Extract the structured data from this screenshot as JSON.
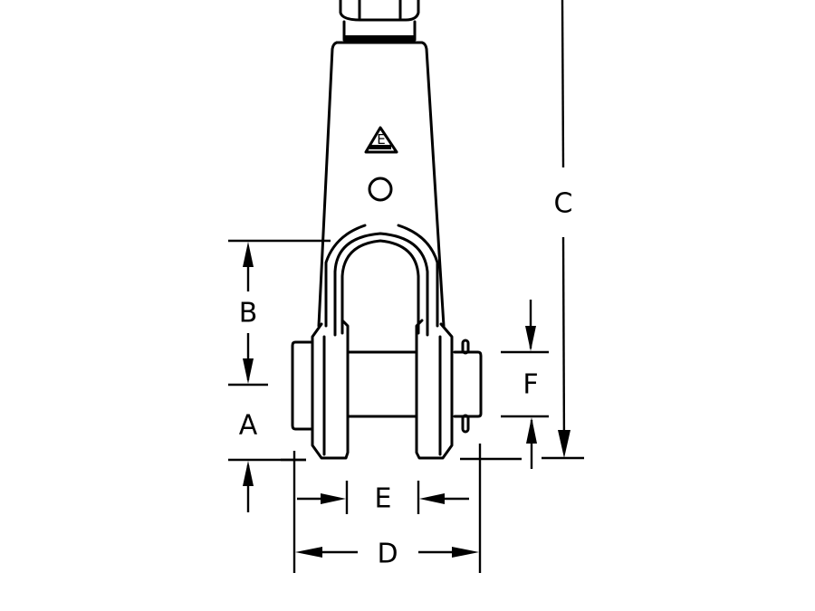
{
  "diagram": {
    "subject": "Jaw end fitting with pin",
    "background": "#ffffff",
    "line_color": "#000000",
    "dimensions": {
      "A": "A",
      "B": "B",
      "C": "C",
      "D": "D",
      "E": "E",
      "F": "F"
    },
    "logo": {
      "glyph": "E",
      "shape": "triangle"
    }
  }
}
